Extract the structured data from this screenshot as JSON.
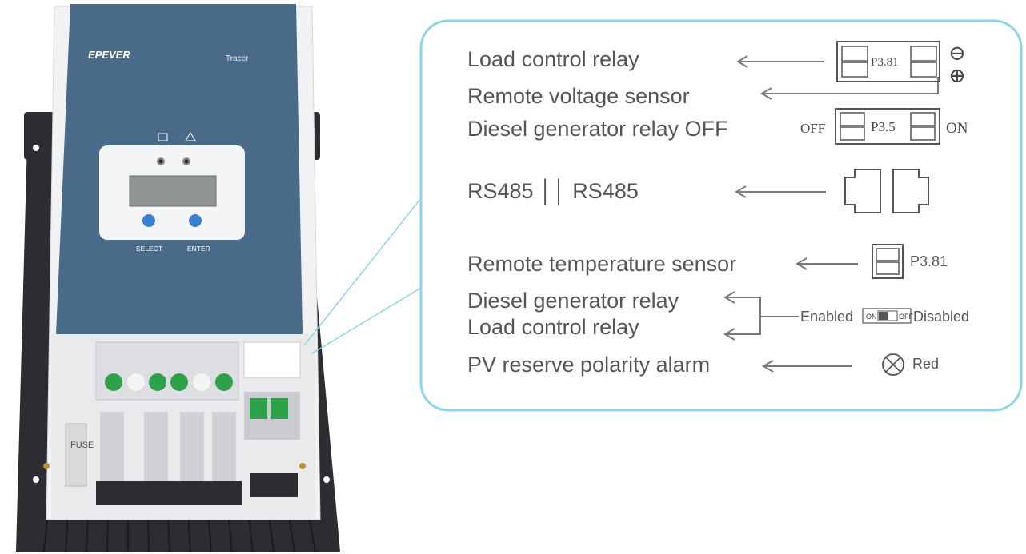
{
  "device": {
    "brand": "EPEVER",
    "model": "Tracer",
    "button_left_label": "SELECT",
    "button_right_label": "ENTER",
    "fuse_label": "FUSE"
  },
  "callout": {
    "load_control_relay": "Load control relay",
    "remote_voltage_sensor": "Remote voltage sensor",
    "connector_p381_top": "P3.81",
    "minus_symbol": "⊖",
    "plus_symbol": "⊕",
    "diesel_generator_relay_off": "Diesel generator relay OFF",
    "off_label": "OFF",
    "connector_p35": "P3.5",
    "on_label": "ON",
    "rs485": "RS485 ││ RS485",
    "remote_temperature_sensor": "Remote temperature sensor",
    "connector_p381_temp": "P3.81",
    "diesel_generator_relay": "Diesel generator relay",
    "load_control_relay_2": "Load control relay",
    "enabled_label": "Enabled",
    "switch_on": "ON",
    "switch_off": "OFF",
    "disabled_label": "Disabled",
    "pv_reverse_polarity_alarm": "PV reserve polarity alarm",
    "red_label": "Red"
  },
  "colors": {
    "callout_border": "#8fd3e6",
    "panel_blue": "#4a6a8a",
    "button_blue": "#3a7fd0",
    "terminal_green": "#2ea24a"
  }
}
